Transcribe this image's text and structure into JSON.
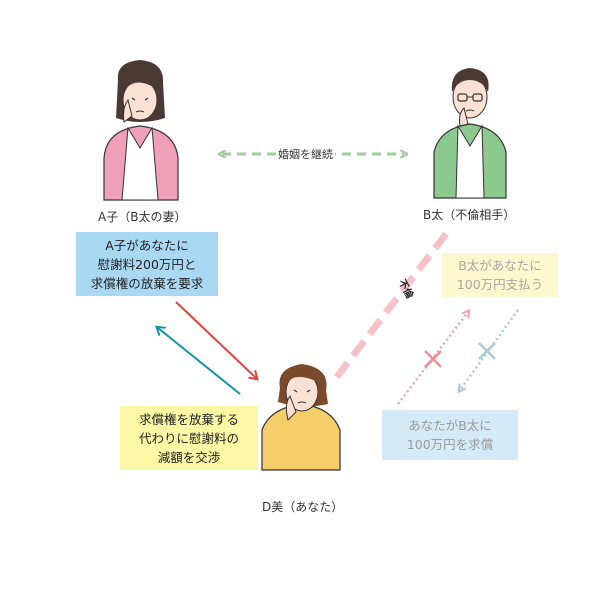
{
  "people": {
    "a": {
      "name": "A子（B太の妻）"
    },
    "b": {
      "name": "B太（不倫相手）"
    },
    "d": {
      "name": "D美（あなた）"
    }
  },
  "links": {
    "marriage": "婚姻を継続",
    "affair": "不倫"
  },
  "boxes": {
    "a_demand": [
      "A子があなたに",
      "慰謝料200万円と",
      "求償権の放棄を要求"
    ],
    "d_negotiate": [
      "求償権を放棄する",
      "代わりに慰謝料の",
      "減額を交渉"
    ],
    "b_pay": [
      "B太があなたに",
      "100万円支払う"
    ],
    "d_claim": [
      "あなたがB太に",
      "100万円を求償"
    ]
  },
  "colors": {
    "pink_cardigan": "#ef9fb7",
    "green_jacket": "#8cc98e",
    "yellow_sweater": "#f5ce6a",
    "red_arrow": "#e8403b",
    "teal_arrow": "#1593a9",
    "green_dashed": "#9fce9b",
    "pink_dashed": "#f6c2c9"
  }
}
